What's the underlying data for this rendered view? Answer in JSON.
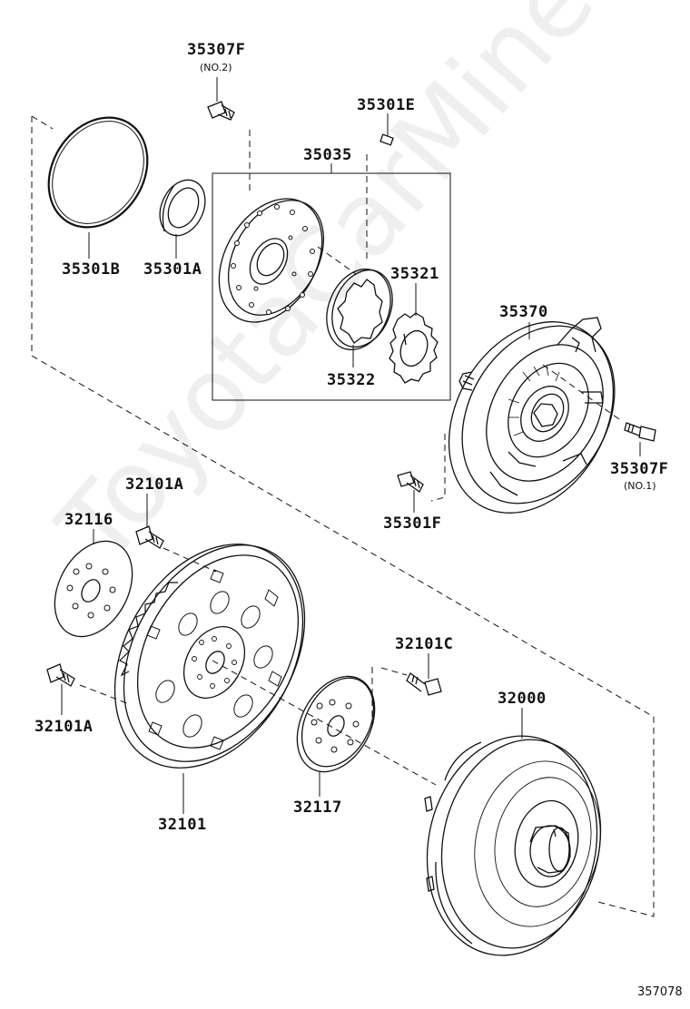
{
  "labels": {
    "p35307F_top": "35307F",
    "p35307F_top_note": "(NO.2)",
    "p35301E": "35301E",
    "p35035": "35035",
    "p35301B": "35301B",
    "p35301A": "35301A",
    "p35321": "35321",
    "p35322": "35322",
    "p35370": "35370",
    "p35307F_right": "35307F",
    "p35307F_right_note": "(NO.1)",
    "p35301F": "35301F",
    "p32101A_top": "32101A",
    "p32116": "32116",
    "p32101C": "32101C",
    "p32000": "32000",
    "p32101A_left": "32101A",
    "p32117": "32117",
    "p32101": "32101"
  },
  "doc_id": "357078",
  "watermark": "ToyotaCarMine.ru"
}
